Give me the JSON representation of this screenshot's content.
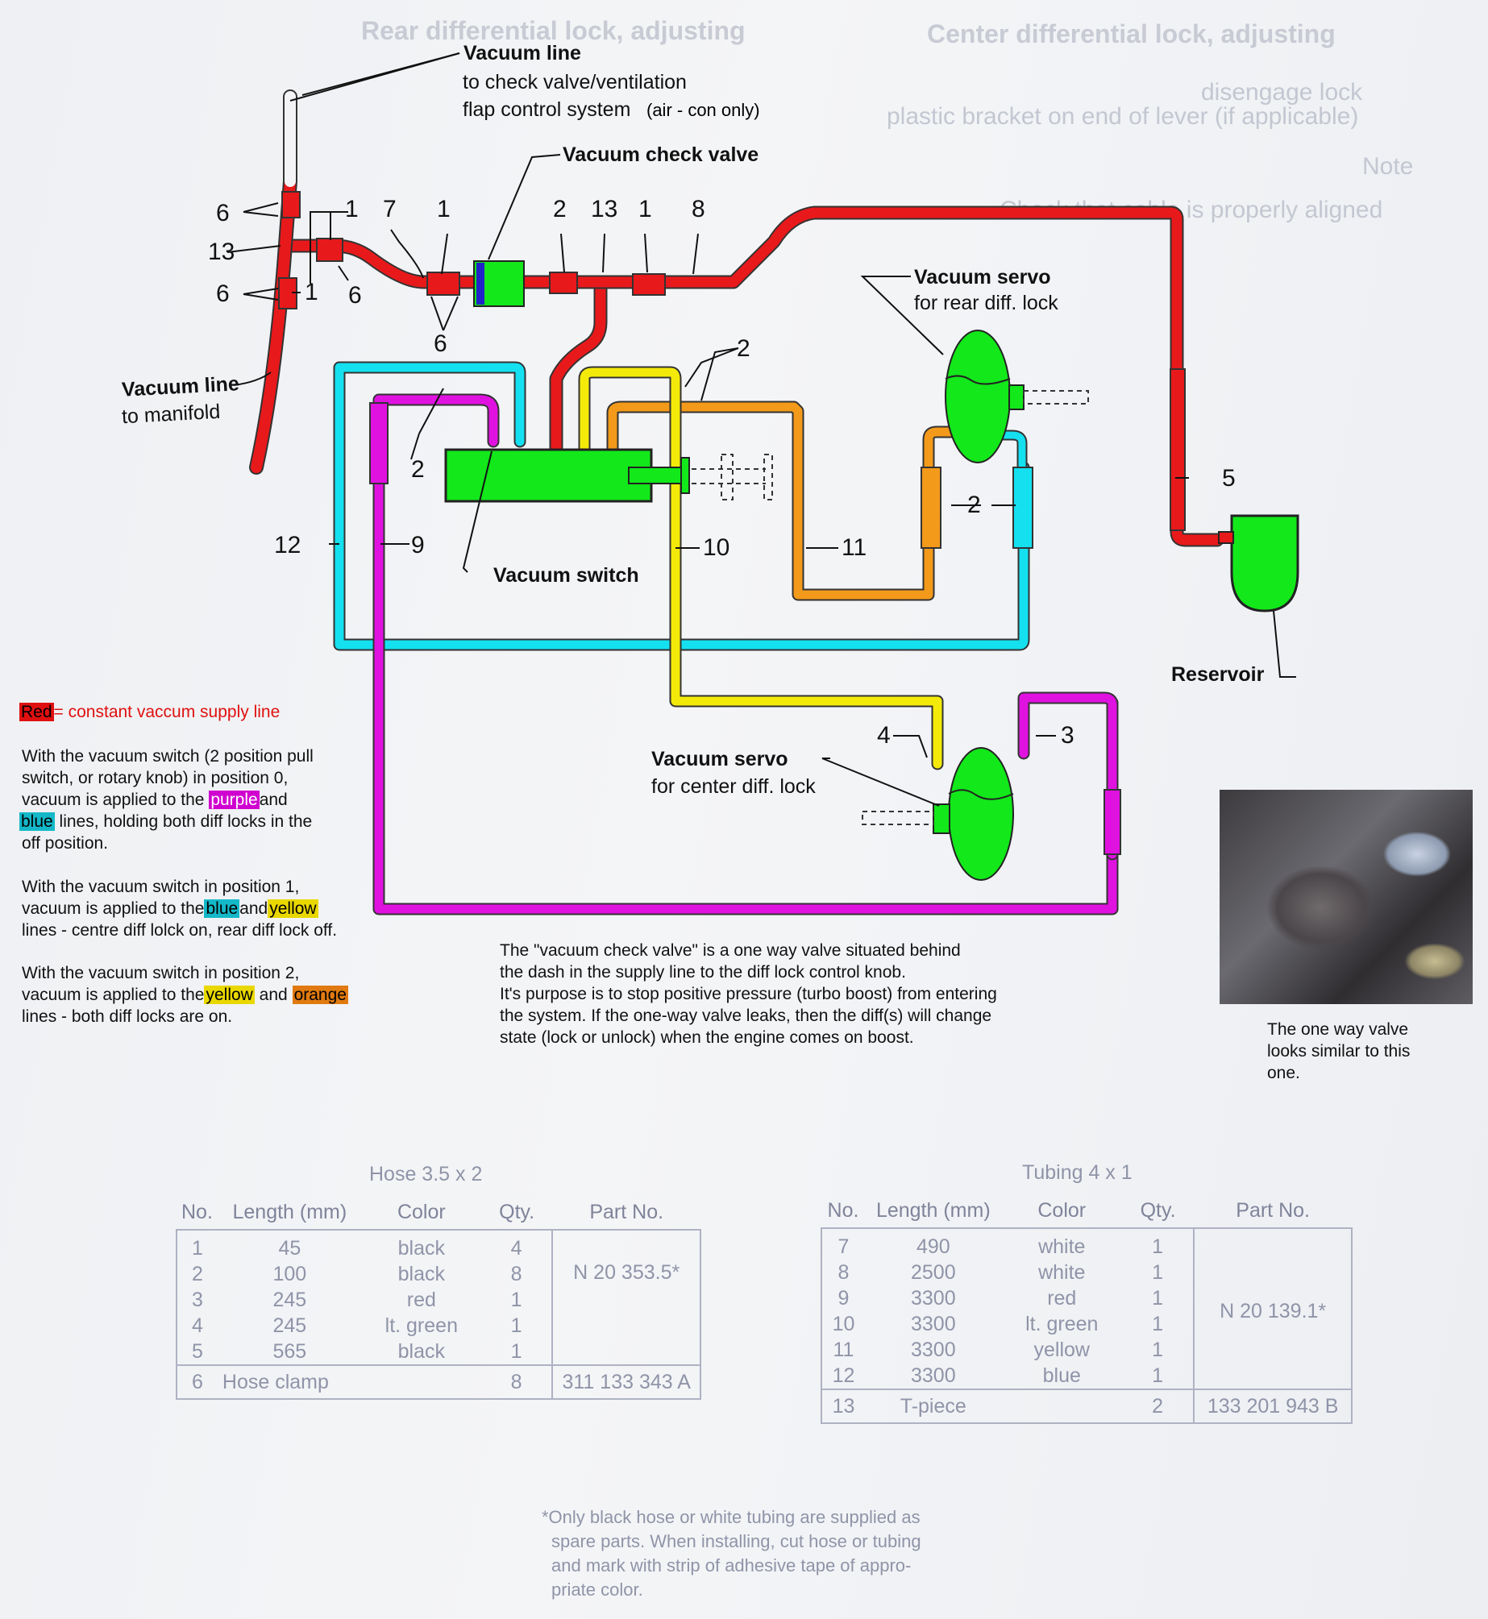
{
  "background_text": {
    "heading_left": "Rear differential lock, adjusting",
    "heading_right": "Center differential lock, adjusting",
    "bullet_1": "disengage lock",
    "bullet_2": "plastic bracket on end of lever (if applicable)",
    "note": "Note",
    "check": "Check that cable is properly aligned"
  },
  "diagram": {
    "callouts": {
      "vacuum_line_top_title": "Vacuum line",
      "vacuum_line_top_sub1": "to check valve/ventilation",
      "vacuum_line_top_sub2": "flap control system",
      "vacuum_line_top_sub3": "(air - con only)",
      "check_valve": "Vacuum check valve",
      "servo_rear_title": "Vacuum servo",
      "servo_rear_sub": "for rear diff. lock",
      "vacuum_line_manifold_title": "Vacuum line",
      "vacuum_line_manifold_sub": "to manifold",
      "vacuum_switch": "Vacuum switch",
      "reservoir": "Reservoir",
      "servo_center_title": "Vacuum servo",
      "servo_center_sub": "for center diff. lock"
    },
    "numbers": {
      "n6a": "6",
      "n13": "13",
      "n6b": "6",
      "n1a": "1",
      "n7": "7",
      "n1b": "1",
      "n2a": "2",
      "n13b": "13",
      "n1c": "1",
      "n8": "8",
      "n6c": "6",
      "n1d": "1",
      "n6d": "6",
      "n2b": "2",
      "n2c": "2",
      "n2d": "2",
      "n5": "5",
      "n12": "12",
      "n9": "9",
      "n10": "10",
      "n11": "11",
      "n4": "4",
      "n3": "3"
    },
    "colors": {
      "red": "#e8191b",
      "cyan": "#14e0f0",
      "magenta": "#e012e0",
      "yellow": "#f4ea0a",
      "orange": "#f39a1a",
      "green": "#12e81a"
    }
  },
  "notes": {
    "legend_red": "Red",
    "legend_rest": "= constant vaccum supply line",
    "p1_l1": "With the vacuum switch (2 position pull",
    "p1_l2": "switch, or rotary knob) in position 0,",
    "p1_l3_a": "vacuum is applied to the",
    "p1_l3_hl": "purple",
    "p1_l3_b": "and",
    "p1_l4_hl": "blue",
    "p1_l4_b": "lines, holding both diff locks in the",
    "p1_l5": "off position.",
    "p2_l1": "With the vacuum switch in position 1,",
    "p2_l2_a": "vacuum is applied to the",
    "p2_l2_hl1": "blue",
    "p2_l2_b": "and",
    "p2_l2_hl2": "yellow",
    "p2_l3": "lines - centre diff lolck on, rear diff lock off.",
    "p3_l1": "With the vacuum switch in position 2,",
    "p3_l2_a": "vacuum is applied to the",
    "p3_l2_hl1": "yellow",
    "p3_l2_b": "and",
    "p3_l2_hl2": "orange",
    "p3_l3": "lines - both diff locks are on.",
    "check_valve_l1": "The \"vacuum check valve\" is a one way valve situated behind",
    "check_valve_l2": "the dash in the supply line to the diff lock control knob.",
    "check_valve_l3": "It's purpose is to stop positive pressure (turbo boost) from entering",
    "check_valve_l4": "the system. If the one-way valve leaks, then the diff(s) will change",
    "check_valve_l5": "state (lock or unlock) when the engine comes on boost.",
    "photo_l1": "The one way valve",
    "photo_l2": "looks similar to this",
    "photo_l3": "one."
  },
  "hose_table": {
    "title": "Hose 3.5 x 2",
    "headers": [
      "No.",
      "Length (mm)",
      "Color",
      "Qty.",
      "Part No."
    ],
    "rows": [
      [
        "1",
        "45",
        "black",
        "4"
      ],
      [
        "2",
        "100",
        "black",
        "8"
      ],
      [
        "3",
        "245",
        "red",
        "1"
      ],
      [
        "4",
        "245",
        "lt. green",
        "1"
      ],
      [
        "5",
        "565",
        "black",
        "1"
      ]
    ],
    "part_no": "N 20 353.5*",
    "footer": [
      "6",
      "Hose clamp",
      "8",
      "311 133 343 A"
    ]
  },
  "tubing_table": {
    "title": "Tubing 4 x 1",
    "headers": [
      "No.",
      "Length (mm)",
      "Color",
      "Qty.",
      "Part No."
    ],
    "rows": [
      [
        "7",
        "490",
        "white",
        "1"
      ],
      [
        "8",
        "2500",
        "white",
        "1"
      ],
      [
        "9",
        "3300",
        "red",
        "1"
      ],
      [
        "10",
        "3300",
        "lt. green",
        "1"
      ],
      [
        "11",
        "3300",
        "yellow",
        "1"
      ],
      [
        "12",
        "3300",
        "blue",
        "1"
      ]
    ],
    "part_no": "N 20 139.1*",
    "footer": [
      "13",
      "T-piece",
      "2",
      "133 201 943 B"
    ]
  },
  "footnote": {
    "l1": "*Only black hose or white tubing are supplied as",
    "l2": "spare parts. When installing, cut hose or tubing",
    "l3": "and mark with strip of adhesive tape of appro-",
    "l4": "priate color."
  }
}
